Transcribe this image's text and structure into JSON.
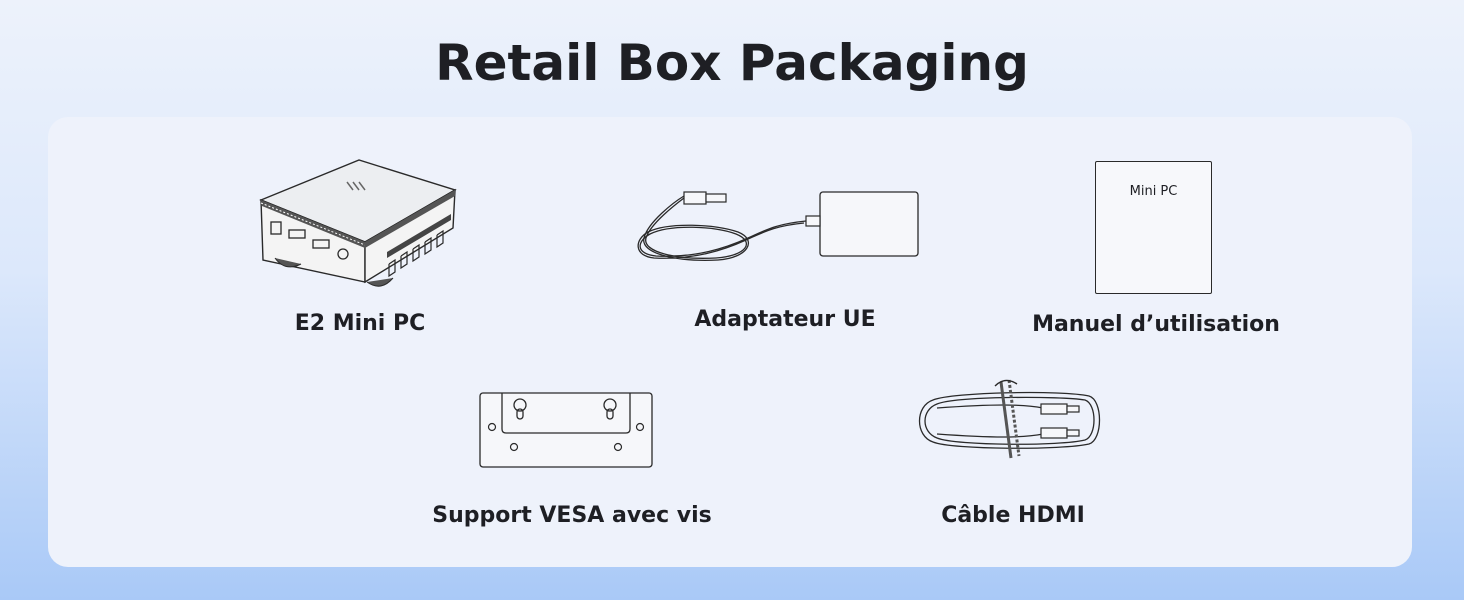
{
  "page": {
    "title": "Retail Box Packaging"
  },
  "items": [
    {
      "id": "mini-pc",
      "label": "E2 Mini PC"
    },
    {
      "id": "adapter",
      "label": "Adaptateur UE"
    },
    {
      "id": "manual",
      "label": "Manuel d’utilisation",
      "cover_text": "Mini PC"
    },
    {
      "id": "vesa",
      "label": "Support VESA avec vis"
    },
    {
      "id": "hdmi",
      "label": "Câble HDMI"
    }
  ],
  "colors": {
    "background_top": "#edf2fb",
    "background_bottom": "#a9c9f7",
    "panel": "#eef2fb",
    "text": "#1e1f24"
  }
}
